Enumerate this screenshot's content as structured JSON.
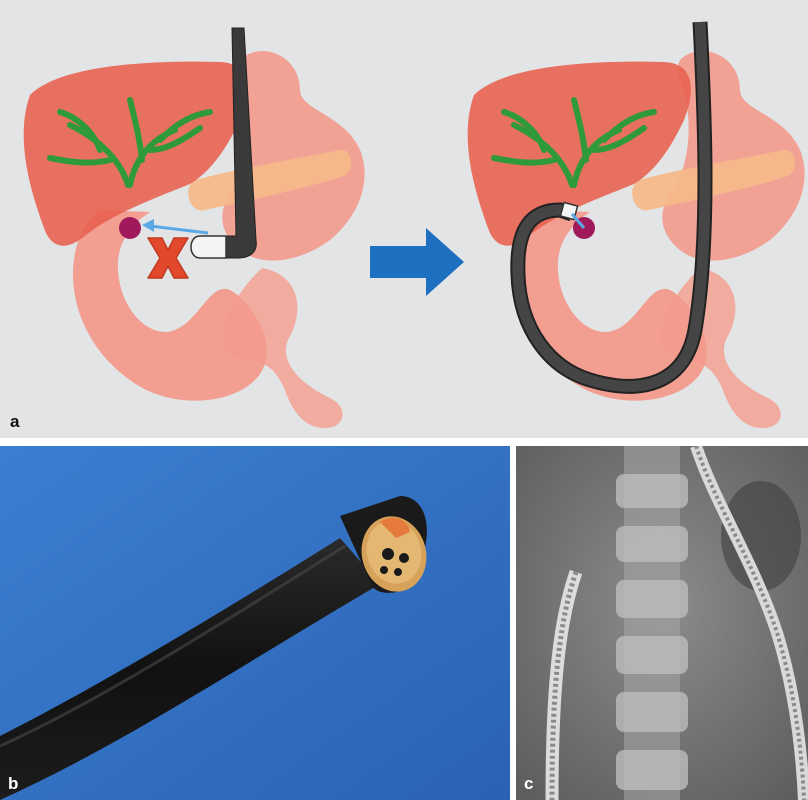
{
  "figure": {
    "panels": [
      {
        "label": "a"
      },
      {
        "label": "b"
      },
      {
        "label": "c"
      }
    ]
  },
  "colors": {
    "panel_a_background": "#e3e4e5",
    "liver": "#e8604e",
    "bile_ducts": "#2e9a3a",
    "stomach_duodenum": "#f29a8c",
    "pancreas": "#f6b98a",
    "endoscope": "#3a3a3a",
    "target": "#a0195a",
    "fail_cross": "#e2492c",
    "direction_arrow": "#1f6fc0",
    "photo_background": "#2f6fc4"
  },
  "icons": {
    "fail_marker": "cross-icon",
    "transition": "arrow-right-icon"
  }
}
